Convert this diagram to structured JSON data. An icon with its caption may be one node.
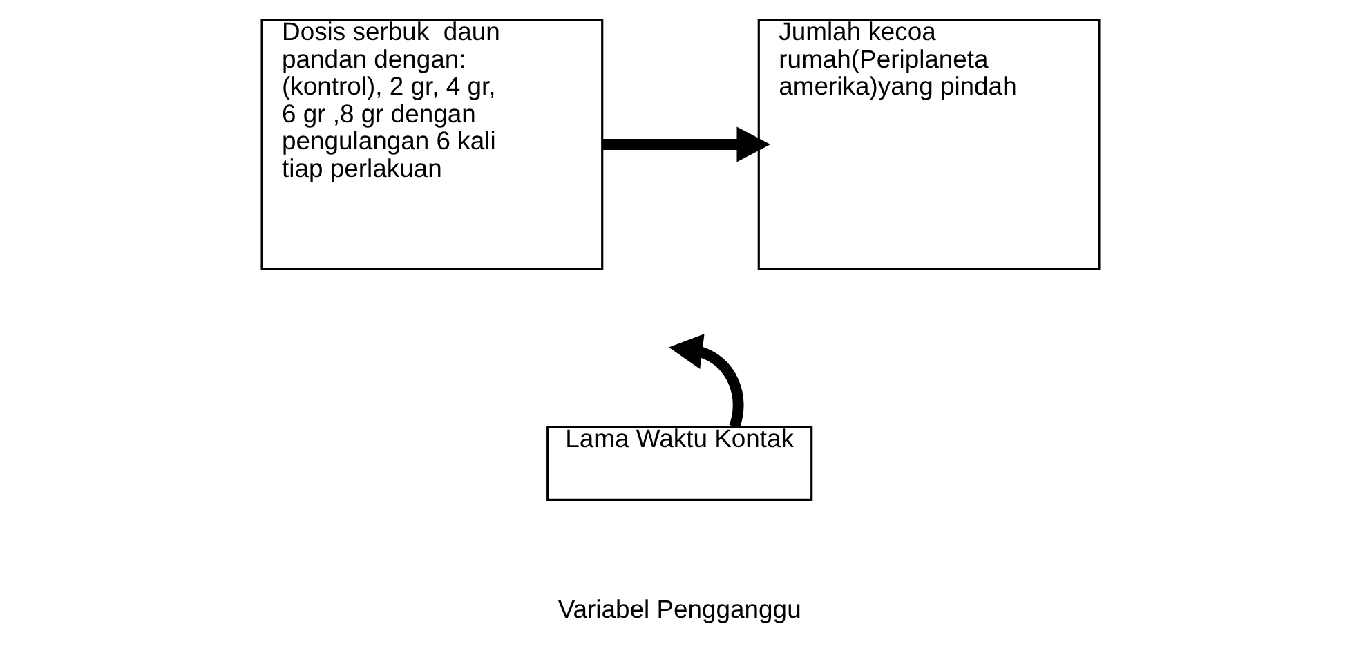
{
  "diagram": {
    "nodes": [
      {
        "text": [
          "Dosis serbuk  daun pandan dengan: (kontrol), 2 gr, 4 gr, 6 gr ,8 gr dengan pengulangan 6 kali tiap perlakuan"
        ]
      },
      {
        "text": [
          "Jumlah kecoa rumah(Periplaneta amerika)yang pindah"
        ]
      },
      {
        "text": [
          "Lama Waktu Kontak"
        ]
      }
    ],
    "edges": [
      {
        "from": 0,
        "to": 1,
        "arrow": "to"
      },
      {
        "from": 2,
        "to": null,
        "arrow": "to"
      }
    ],
    "labels": [
      "Variabel Pengganggu"
    ]
  }
}
